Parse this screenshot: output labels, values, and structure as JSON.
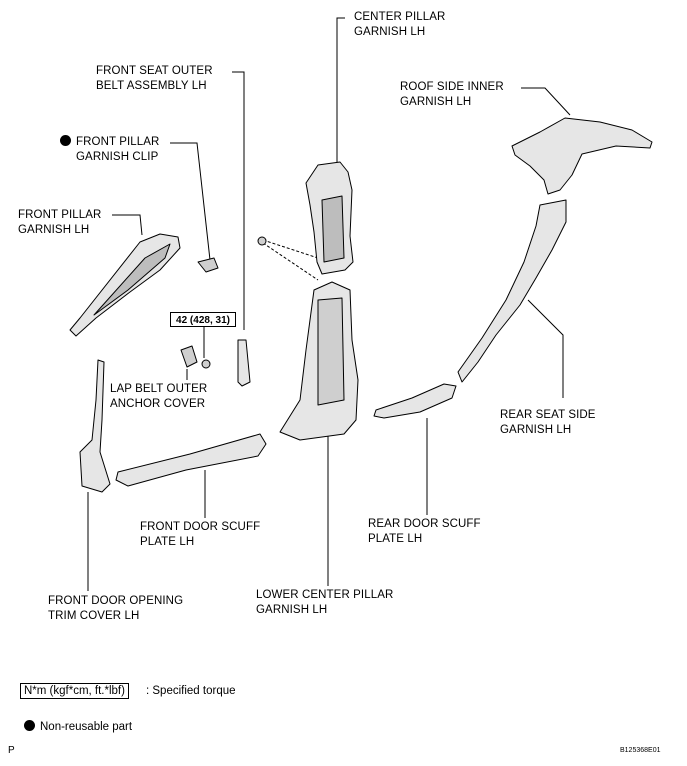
{
  "labels": {
    "center_pillar_garnish": [
      "CENTER PILLAR",
      "GARNISH LH"
    ],
    "front_seat_outer_belt": [
      "FRONT SEAT OUTER",
      "BELT ASSEMBLY LH"
    ],
    "roof_side_inner_garnish": [
      "ROOF SIDE INNER",
      "GARNISH LH"
    ],
    "front_pillar_garnish_clip": [
      "FRONT PILLAR",
      "GARNISH CLIP"
    ],
    "front_pillar_garnish": [
      "FRONT PILLAR",
      "GARNISH LH"
    ],
    "lap_belt_outer_anchor_cover": [
      "LAP BELT OUTER",
      "ANCHOR COVER"
    ],
    "rear_seat_side_garnish": [
      "REAR SEAT SIDE",
      "GARNISH LH"
    ],
    "front_door_scuff_plate": [
      "FRONT DOOR SCUFF",
      "PLATE LH"
    ],
    "rear_door_scuff_plate": [
      "REAR DOOR SCUFF",
      "PLATE LH"
    ],
    "front_door_opening_trim": [
      "FRONT DOOR OPENING",
      "TRIM COVER LH"
    ],
    "lower_center_pillar_garnish": [
      "LOWER CENTER PILLAR",
      "GARNISH LH"
    ]
  },
  "torque_value": "42 (428, 31)",
  "legend": {
    "torque_box": "N*m (kgf*cm, ft.*lbf)",
    "torque_text": ": Specified torque",
    "non_reusable": "Non-reusable part"
  },
  "corner_letter": "P",
  "figure_id": "B125368E01",
  "colors": {
    "line": "#000000",
    "part_fill": "#e6e6e6",
    "part_shade": "#bdbdbd"
  }
}
